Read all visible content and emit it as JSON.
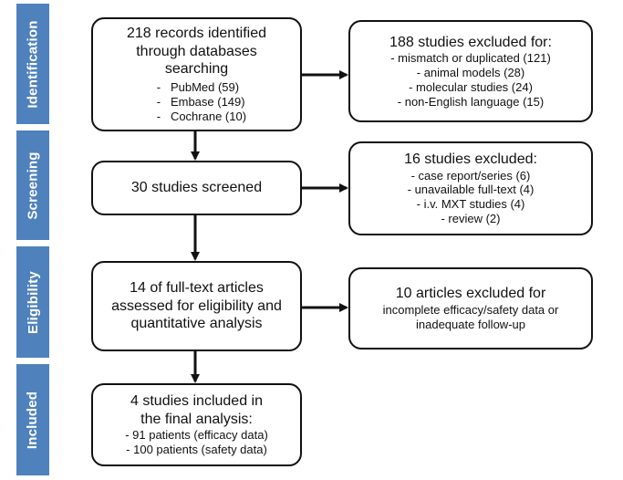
{
  "stages": {
    "identification": "Identification",
    "screening": "Screening",
    "eligibility": "Eligibility",
    "included": "Included"
  },
  "records": {
    "line1": "218 records identified",
    "line2": "through databases",
    "line3": "searching",
    "databases": [
      {
        "dash": "-",
        "label": "PubMed (59)"
      },
      {
        "dash": "-",
        "label": "Embase (149)"
      },
      {
        "dash": "-",
        "label": "Cochrane (10)"
      }
    ]
  },
  "excluded_188": {
    "title": "188 studies excluded for:",
    "items": [
      "- mismatch or duplicated (121)",
      "- animal models (28)",
      "- molecular studies (24)",
      "- non-English language (15)"
    ]
  },
  "screened": {
    "label": "30 studies screened"
  },
  "excluded_16": {
    "title": "16 studies excluded:",
    "items": [
      "- case report/series (6)",
      "- unavailable full-text (4)",
      "- i.v. MXT studies (4)",
      "- review (2)"
    ]
  },
  "fulltext": {
    "line1": "14 of full-text articles",
    "line2": "assessed for eligibility and",
    "line3": "quantitative analysis"
  },
  "excluded_10": {
    "line1": "10 articles excluded for",
    "line2": "incomplete efficacy/safety data or",
    "line3": "inadequate follow-up"
  },
  "included": {
    "line1": "4 studies included in",
    "line2": "the final analysis:",
    "line3": "- 91 patients (efficacy data)",
    "line4": "- 100 patients (safety data)"
  },
  "colors": {
    "stage_fill": "#4f81bd",
    "stage_text": "#ffffff",
    "border": "#111111"
  }
}
